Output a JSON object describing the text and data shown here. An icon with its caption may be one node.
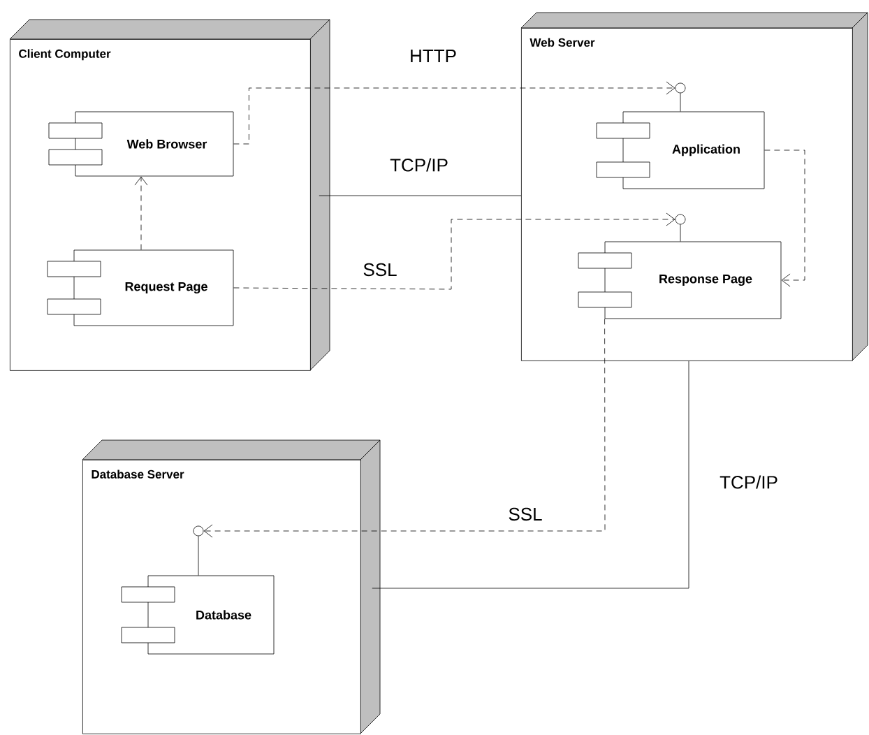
{
  "diagram": {
    "nodes": [
      {
        "text": [
          "Client Computer"
        ]
      },
      {
        "text": [
          "Web Browser"
        ],
        "in": 0
      },
      {
        "text": [
          "Request Page"
        ],
        "in": 0
      },
      {
        "text": [
          "Web Server"
        ]
      },
      {
        "text": [],
        "shape": "circle",
        "in": 3
      },
      {
        "text": [
          "Application"
        ],
        "in": 3
      },
      {
        "text": [],
        "shape": "circle",
        "in": 3
      },
      {
        "text": [
          "Response Page"
        ],
        "in": 3
      },
      {
        "text": [
          "Database Server"
        ]
      },
      {
        "text": [],
        "shape": "circle",
        "in": 8
      },
      {
        "text": [
          "Database"
        ],
        "in": 8
      }
    ],
    "edges": [
      {
        "from": 1,
        "to": 4,
        "arrow": "to",
        "style": "dashed",
        "label": "HTTP"
      },
      {
        "from": 0,
        "to": 3,
        "arrow": "none",
        "label": "TCP/IP"
      },
      {
        "from": 2,
        "to": 1,
        "arrow": "to",
        "style": "dashed"
      },
      {
        "from": 2,
        "to": 6,
        "arrow": "to",
        "style": "dashed",
        "label": "SSL"
      },
      {
        "from": 5,
        "to": 7,
        "arrow": "to",
        "style": "dashed"
      },
      {
        "from": 7,
        "to": 9,
        "arrow": "to",
        "style": "dashed",
        "label": "SSL"
      },
      {
        "from": 3,
        "to": 8,
        "arrow": "none",
        "label": "TCP/IP"
      },
      {
        "from": 4,
        "to": 5,
        "arrow": "none"
      },
      {
        "from": 6,
        "to": 7,
        "arrow": "none"
      },
      {
        "from": 9,
        "to": 10,
        "arrow": "none"
      }
    ]
  }
}
